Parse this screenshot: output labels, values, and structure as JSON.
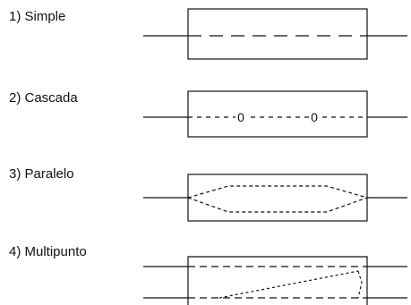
{
  "rows": [
    {
      "label": "1) Simple"
    },
    {
      "label": "2) Cascada",
      "node_symbol": "0"
    },
    {
      "label": "3) Paralelo"
    },
    {
      "label": "4) Multipunto"
    }
  ],
  "colors": {
    "line": "#111111",
    "background": "#ffffff"
  }
}
